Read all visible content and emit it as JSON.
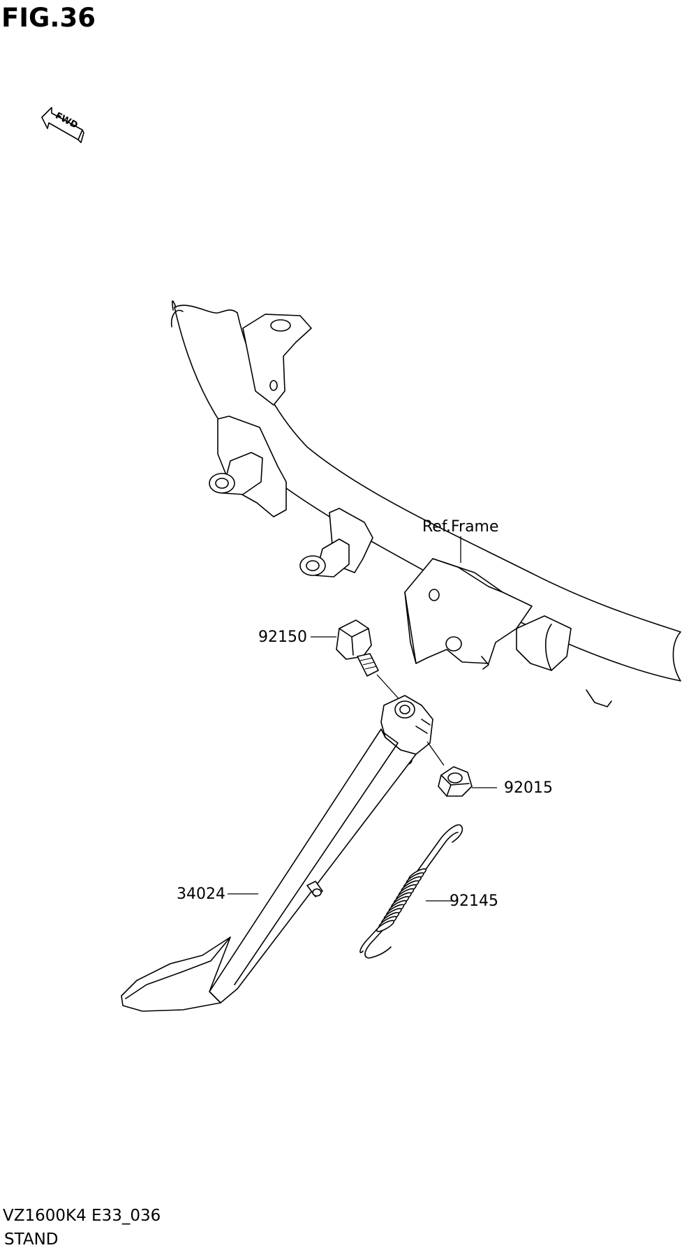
{
  "figure": {
    "title": "FIG.36",
    "fwd_label": "FWD"
  },
  "callouts": [
    {
      "id": "ref-frame",
      "text": "Ref.Frame"
    },
    {
      "id": "92150",
      "text": "92150"
    },
    {
      "id": "92015",
      "text": "92015"
    },
    {
      "id": "34024",
      "text": "34024"
    },
    {
      "id": "92145",
      "text": "92145"
    }
  ],
  "footer": {
    "model_code": "VZ1600K4 E33_036",
    "section_name": "STAND"
  }
}
